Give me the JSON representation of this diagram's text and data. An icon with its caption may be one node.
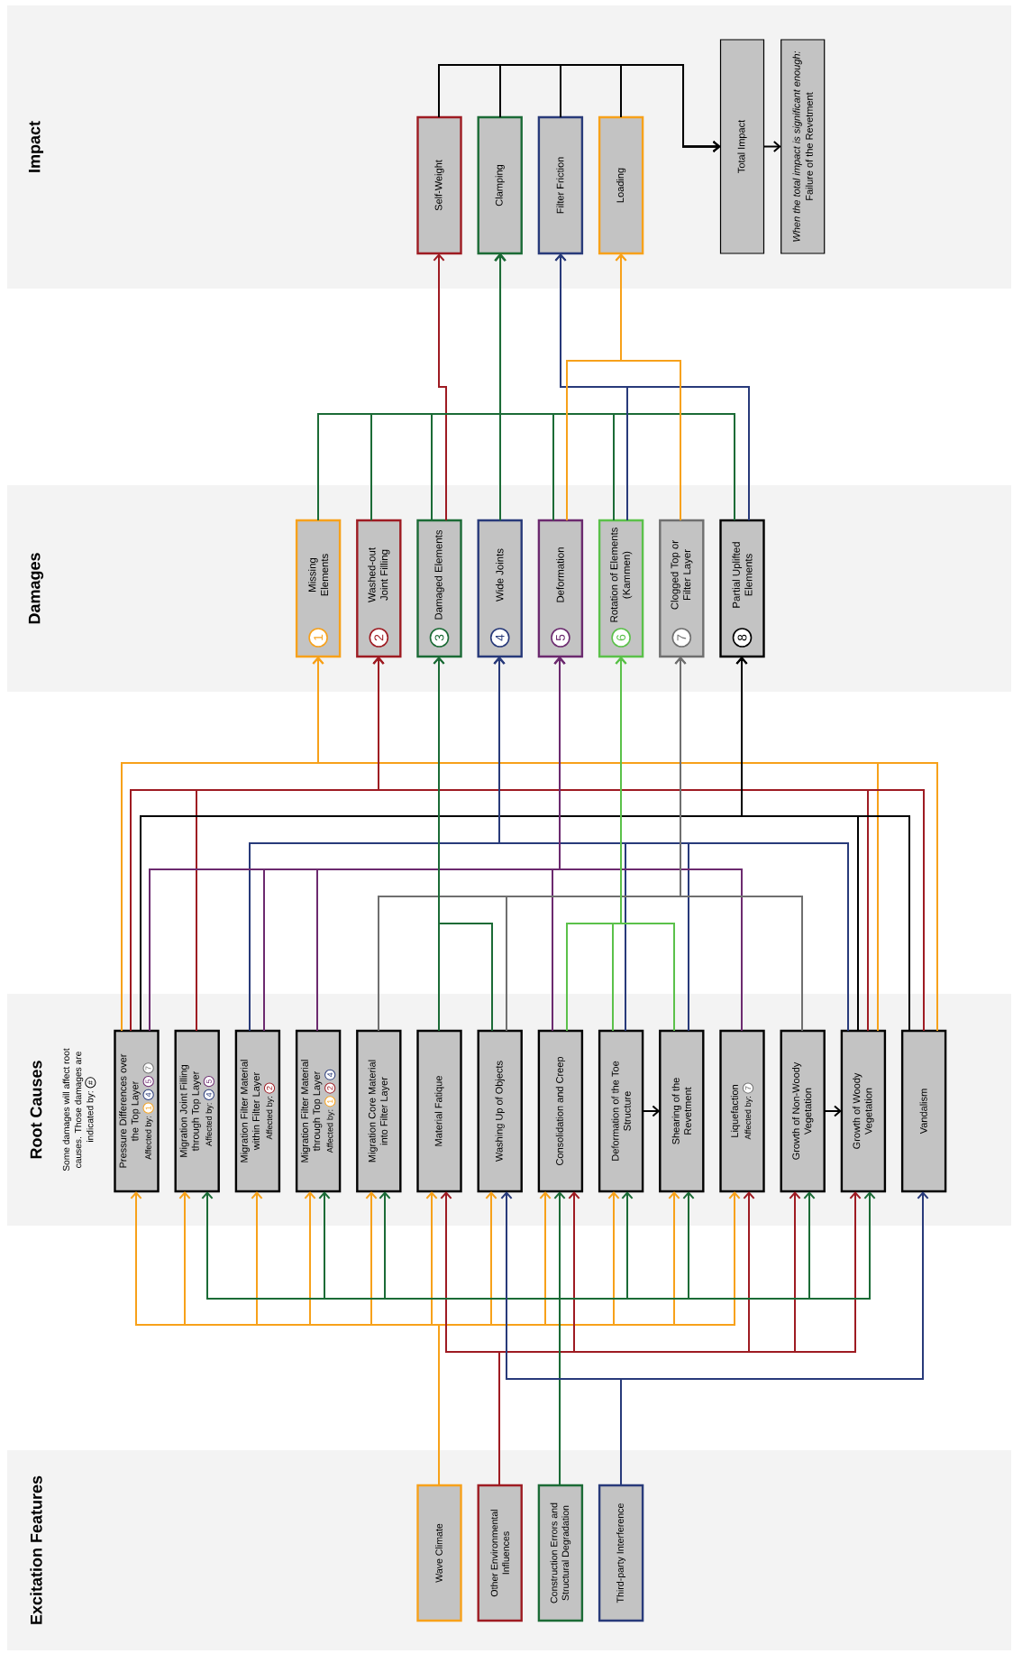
{
  "diagram": {
    "nodes": [
      {
        "text": [
          "Impact"
        ]
      },
      {
        "text": [
          "Self-Weight"
        ],
        "in": 0
      },
      {
        "text": [
          "Clamping"
        ],
        "in": 0
      },
      {
        "text": [
          "Filter Friction"
        ],
        "in": 0
      },
      {
        "text": [
          "Loading"
        ],
        "in": 0
      },
      {
        "text": [
          "Total Impact"
        ],
        "in": 0
      },
      {
        "text": [
          "When the total impact is significant enough:",
          "Failure of the Revetment"
        ],
        "in": 0
      },
      {
        "text": [
          "Damages"
        ]
      },
      {
        "text": [
          "Missing Elements",
          "1"
        ],
        "in": 7
      },
      {
        "text": [
          "Washed-out Joint Filling",
          "2"
        ],
        "in": 7
      },
      {
        "text": [
          "Damaged Elements",
          "3"
        ],
        "in": 7
      },
      {
        "text": [
          "Wide Joints",
          "4"
        ],
        "in": 7
      },
      {
        "text": [
          "Deformation",
          "5"
        ],
        "in": 7
      },
      {
        "text": [
          "Rotation of Elements (Kammen)",
          "6"
        ],
        "in": 7
      },
      {
        "text": [
          "Clogged Top or Filter Layer",
          "7"
        ],
        "in": 7
      },
      {
        "text": [
          "Partial Uplifted Elements",
          "8"
        ],
        "in": 7
      },
      {
        "text": [
          "Root Causes",
          "Some damages will affect root causes. Those damages are indicated by:",
          "#"
        ]
      },
      {
        "text": [
          "Pressure Differences over the Top Layer",
          "Affected by:",
          "1",
          "4",
          "5",
          "7"
        ],
        "in": 16
      },
      {
        "text": [
          "Migration Joint Filling through Top Layer",
          "Affected by:",
          "4",
          "5"
        ],
        "in": 16
      },
      {
        "text": [
          "Migration Filter Material within Filter Layer",
          "Affected by:",
          "2"
        ],
        "in": 16
      },
      {
        "text": [
          "Migration Filter Material through Top Layer",
          "Affected by:",
          "1",
          "2",
          "4"
        ],
        "in": 16
      },
      {
        "text": [
          "Migration Core Material into Filter Layer"
        ],
        "in": 16
      },
      {
        "text": [
          "Material Fatique"
        ],
        "in": 16
      },
      {
        "text": [
          "Washing Up of Objects"
        ],
        "in": 16
      },
      {
        "text": [
          "Consolidation and Creep"
        ],
        "in": 16
      },
      {
        "text": [
          "Deformation of the Toe Structure"
        ],
        "in": 16
      },
      {
        "text": [
          "Shearing of the Revetment"
        ],
        "in": 16
      },
      {
        "text": [
          "Liquefaction",
          "Affected by:",
          "7"
        ],
        "in": 16
      },
      {
        "text": [
          "Growth of Non-Woody Vegetation"
        ],
        "in": 16
      },
      {
        "text": [
          "Growth of Woody Vegetation"
        ],
        "in": 16
      },
      {
        "text": [
          "Vandalism"
        ],
        "in": 16
      },
      {
        "text": [
          "Excitation Features"
        ]
      },
      {
        "text": [
          "Wave Climate"
        ],
        "in": 31
      },
      {
        "text": [
          "Other Environmental Influences"
        ],
        "in": 31
      },
      {
        "text": [
          "Construction Errors and Structural Degradation"
        ],
        "in": 31
      },
      {
        "text": [
          "Third-party Interference"
        ],
        "in": 31
      }
    ],
    "edges": [
      {
        "from": 1,
        "to": 5,
        "arrow": "to",
        "color": "#000000"
      },
      {
        "from": 2,
        "to": 5,
        "arrow": "to",
        "color": "#000000"
      },
      {
        "from": 3,
        "to": 5,
        "arrow": "to",
        "color": "#000000"
      },
      {
        "from": 4,
        "to": 5,
        "arrow": "to",
        "color": "#000000"
      },
      {
        "from": 5,
        "to": 6,
        "arrow": "to",
        "color": "#000000"
      },
      {
        "from": 10,
        "to": 1,
        "arrow": "to",
        "color": "#9e1b22"
      },
      {
        "from": 8,
        "to": 2,
        "arrow": "to",
        "color": "#1b6b36"
      },
      {
        "from": 9,
        "to": 2,
        "arrow": "to",
        "color": "#1b6b36"
      },
      {
        "from": 10,
        "to": 2,
        "arrow": "to",
        "color": "#1b6b36"
      },
      {
        "from": 11,
        "to": 2,
        "arrow": "to",
        "color": "#1b6b36"
      },
      {
        "from": 12,
        "to": 2,
        "arrow": "to",
        "color": "#1b6b36"
      },
      {
        "from": 13,
        "to": 2,
        "arrow": "to",
        "color": "#1b6b36"
      },
      {
        "from": 15,
        "to": 2,
        "arrow": "to",
        "color": "#1b6b36"
      },
      {
        "from": 13,
        "to": 3,
        "arrow": "to",
        "color": "#283a7a"
      },
      {
        "from": 15,
        "to": 3,
        "arrow": "to",
        "color": "#283a7a"
      },
      {
        "from": 12,
        "to": 4,
        "arrow": "to",
        "color": "#f7a11a"
      },
      {
        "from": 14,
        "to": 4,
        "arrow": "to",
        "color": "#f7a11a"
      },
      {
        "from": 17,
        "to": 8,
        "arrow": "to",
        "color": "#f7a11a"
      },
      {
        "from": 29,
        "to": 8,
        "arrow": "to",
        "color": "#f7a11a"
      },
      {
        "from": 30,
        "to": 8,
        "arrow": "to",
        "color": "#f7a11a"
      },
      {
        "from": 17,
        "to": 9,
        "arrow": "to",
        "color": "#9e1b22"
      },
      {
        "from": 18,
        "to": 9,
        "arrow": "to",
        "color": "#9e1b22"
      },
      {
        "from": 29,
        "to": 9,
        "arrow": "to",
        "color": "#9e1b22"
      },
      {
        "from": 30,
        "to": 9,
        "arrow": "to",
        "color": "#9e1b22"
      },
      {
        "from": 17,
        "to": 15,
        "arrow": "to",
        "color": "#000000"
      },
      {
        "from": 29,
        "to": 15,
        "arrow": "to",
        "color": "#000000"
      },
      {
        "from": 30,
        "to": 15,
        "arrow": "to",
        "color": "#000000"
      },
      {
        "from": 19,
        "to": 11,
        "arrow": "to",
        "color": "#283a7a"
      },
      {
        "from": 25,
        "to": 11,
        "arrow": "to",
        "color": "#283a7a"
      },
      {
        "from": 26,
        "to": 11,
        "arrow": "to",
        "color": "#283a7a"
      },
      {
        "from": 29,
        "to": 11,
        "arrow": "to",
        "color": "#283a7a"
      },
      {
        "from": 17,
        "to": 12,
        "arrow": "to",
        "color": "#6c2a6f"
      },
      {
        "from": 19,
        "to": 12,
        "arrow": "to",
        "color": "#6c2a6f"
      },
      {
        "from": 20,
        "to": 12,
        "arrow": "to",
        "color": "#6c2a6f"
      },
      {
        "from": 24,
        "to": 12,
        "arrow": "to",
        "color": "#6c2a6f"
      },
      {
        "from": 27,
        "to": 12,
        "arrow": "to",
        "color": "#6c2a6f"
      },
      {
        "from": 21,
        "to": 14,
        "arrow": "to",
        "color": "#6f6f6f"
      },
      {
        "from": 23,
        "to": 14,
        "arrow": "to",
        "color": "#6f6f6f"
      },
      {
        "from": 28,
        "to": 14,
        "arrow": "to",
        "color": "#6f6f6f"
      },
      {
        "from": 22,
        "to": 10,
        "arrow": "to",
        "color": "#1b6b36"
      },
      {
        "from": 23,
        "to": 10,
        "arrow": "to",
        "color": "#1b6b36"
      },
      {
        "from": 24,
        "to": 13,
        "arrow": "to",
        "color": "#5bc14a"
      },
      {
        "from": 25,
        "to": 13,
        "arrow": "to",
        "color": "#5bc14a"
      },
      {
        "from": 26,
        "to": 13,
        "arrow": "to",
        "color": "#5bc14a"
      },
      {
        "from": 25,
        "to": 26,
        "arrow": "to",
        "color": "#000000"
      },
      {
        "from": 28,
        "to": 29,
        "arrow": "to",
        "color": "#000000"
      },
      {
        "from": 32,
        "to": 17,
        "arrow": "to",
        "color": "#f7a11a"
      },
      {
        "from": 32,
        "to": 18,
        "arrow": "to",
        "color": "#f7a11a"
      },
      {
        "from": 32,
        "to": 19,
        "arrow": "to",
        "color": "#f7a11a"
      },
      {
        "from": 32,
        "to": 20,
        "arrow": "to",
        "color": "#f7a11a"
      },
      {
        "from": 32,
        "to": 21,
        "arrow": "to",
        "color": "#f7a11a"
      },
      {
        "from": 32,
        "to": 22,
        "arrow": "to",
        "color": "#f7a11a"
      },
      {
        "from": 32,
        "to": 23,
        "arrow": "to",
        "color": "#f7a11a"
      },
      {
        "from": 32,
        "to": 24,
        "arrow": "to",
        "color": "#f7a11a"
      },
      {
        "from": 32,
        "to": 25,
        "arrow": "to",
        "color": "#f7a11a"
      },
      {
        "from": 32,
        "to": 26,
        "arrow": "to",
        "color": "#f7a11a"
      },
      {
        "from": 32,
        "to": 27,
        "arrow": "to",
        "color": "#f7a11a"
      },
      {
        "from": 33,
        "to": 22,
        "arrow": "to",
        "color": "#9e1b22"
      },
      {
        "from": 33,
        "to": 24,
        "arrow": "to",
        "color": "#9e1b22"
      },
      {
        "from": 33,
        "to": 27,
        "arrow": "to",
        "color": "#9e1b22"
      },
      {
        "from": 33,
        "to": 28,
        "arrow": "to",
        "color": "#9e1b22"
      },
      {
        "from": 33,
        "to": 29,
        "arrow": "to",
        "color": "#9e1b22"
      },
      {
        "from": 34,
        "to": 18,
        "arrow": "to",
        "color": "#1b6b36"
      },
      {
        "from": 34,
        "to": 20,
        "arrow": "to",
        "color": "#1b6b36"
      },
      {
        "from": 34,
        "to": 21,
        "arrow": "to",
        "color": "#1b6b36"
      },
      {
        "from": 34,
        "to": 24,
        "arrow": "to",
        "color": "#1b6b36"
      },
      {
        "from": 34,
        "to": 25,
        "arrow": "to",
        "color": "#1b6b36"
      },
      {
        "from": 34,
        "to": 26,
        "arrow": "to",
        "color": "#1b6b36"
      },
      {
        "from": 34,
        "to": 28,
        "arrow": "to",
        "color": "#1b6b36"
      },
      {
        "from": 34,
        "to": 29,
        "arrow": "to",
        "color": "#1b6b36"
      },
      {
        "from": 35,
        "to": 23,
        "arrow": "to",
        "color": "#283a7a"
      },
      {
        "from": 35,
        "to": 30,
        "arrow": "to",
        "color": "#283a7a"
      }
    ]
  }
}
